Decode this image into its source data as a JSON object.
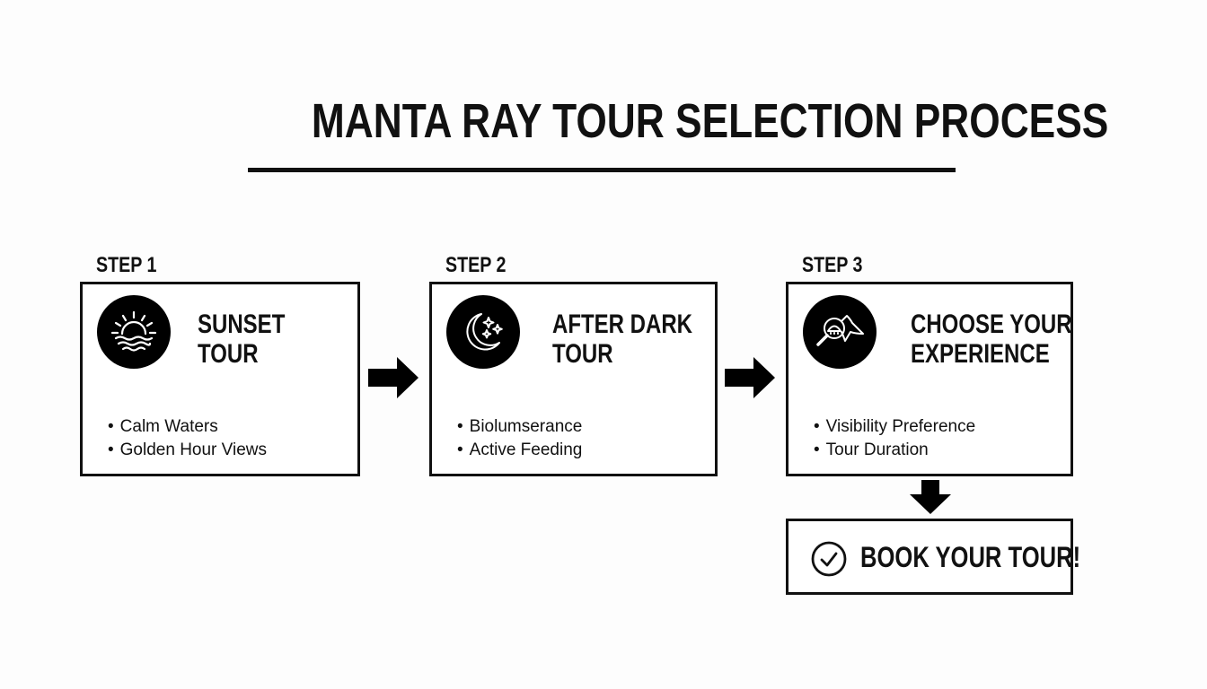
{
  "title": "MANTA RAY TOUR SELECTION PROCESS",
  "steps": [
    {
      "label": "STEP 1",
      "icon": "sunset-icon",
      "title_line1": "SUNSET",
      "title_line2": "TOUR",
      "bullets": [
        "Calm Waters",
        "Golden Hour Views"
      ]
    },
    {
      "label": "STEP 2",
      "icon": "moon-stars-icon",
      "title_line1": "AFTER DARK",
      "title_line2": "TOUR",
      "bullets": [
        "Biolumserance",
        "Active Feeding"
      ]
    },
    {
      "label": "STEP 3",
      "icon": "manta-search-icon",
      "title_line1": "CHOOSE YOUR",
      "title_line2": "EXPERIENCE",
      "bullets": [
        "Visibility Preference",
        "Tour Duration"
      ]
    }
  ],
  "final": {
    "icon": "check-circle-icon",
    "label": "BOOK YOUR TOUR!"
  },
  "colors": {
    "background": "#fdfdfd",
    "ink": "#111111",
    "icon_fill": "#000000"
  }
}
